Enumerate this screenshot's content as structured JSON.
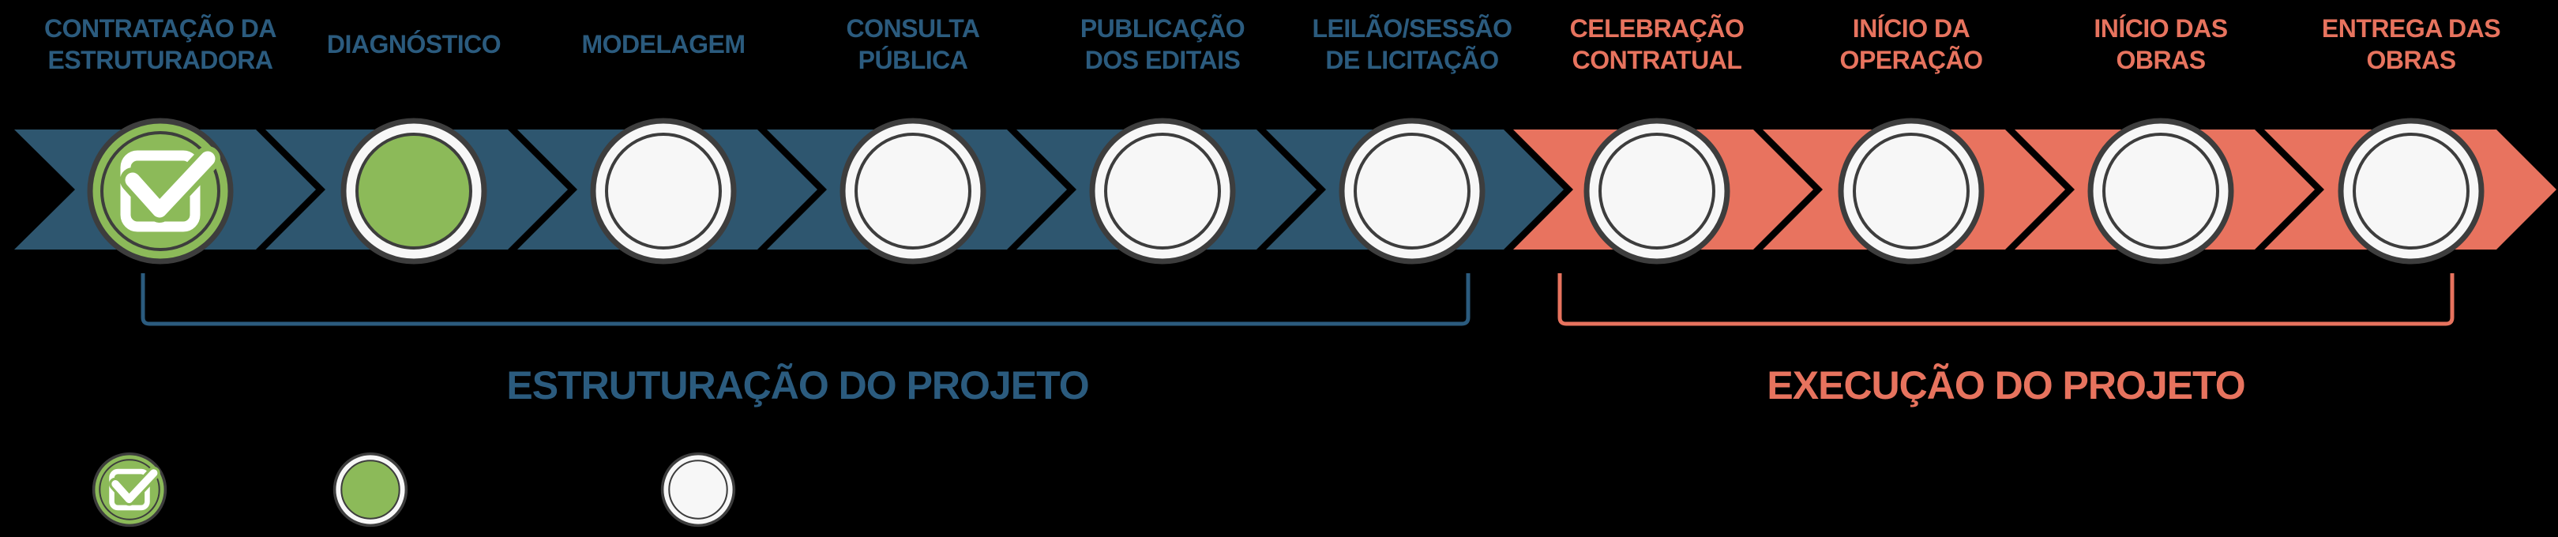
{
  "diagram": {
    "stages": [
      {
        "line1": "CONTRATAÇÃO DA",
        "line2": "ESTRUTURADORA",
        "status": "done",
        "phase": 0
      },
      {
        "line1": "DIAGNÓSTICO",
        "line2": "",
        "status": "active",
        "phase": 0
      },
      {
        "line1": "MODELAGEM",
        "line2": "",
        "status": "pending",
        "phase": 0
      },
      {
        "line1": "CONSULTA",
        "line2": "PÚBLICA",
        "status": "pending",
        "phase": 0
      },
      {
        "line1": "PUBLICAÇÃO",
        "line2": "DOS EDITAIS",
        "status": "pending",
        "phase": 0
      },
      {
        "line1": "LEILÃO/SESSÃO",
        "line2": "DE LICITAÇÃO",
        "status": "pending",
        "phase": 0
      },
      {
        "line1": "CELEBRAÇÃO",
        "line2": "CONTRATUAL",
        "status": "pending",
        "phase": 1
      },
      {
        "line1": "INÍCIO DA",
        "line2": "OPERAÇÃO",
        "status": "pending",
        "phase": 1
      },
      {
        "line1": "INÍCIO DAS",
        "line2": "OBRAS",
        "status": "pending",
        "phase": 1
      },
      {
        "line1": "ENTREGA DAS",
        "line2": "OBRAS",
        "status": "pending",
        "phase": 1
      }
    ],
    "phases": [
      {
        "title": "ESTRUTURAÇÃO DO PROJETO",
        "color": "#2B5B7E",
        "band_color": "#2E566F"
      },
      {
        "title": "EXECUÇÃO DO PROJETO",
        "color": "#E7735E",
        "band_color": "#E8735F"
      }
    ],
    "legend": [
      {
        "status": "done",
        "icon": "checkbox-check-icon"
      },
      {
        "status": "active",
        "icon": "filled-circle-icon"
      },
      {
        "status": "pending",
        "icon": "empty-circle-icon"
      }
    ],
    "colors": {
      "background": "#000000",
      "band_blue": "#2E566F",
      "band_salmon": "#E8735F",
      "green": "#8CBA59",
      "ring_dark": "#3D3D3D",
      "circle_white": "#F7F7F7",
      "text_blue": "#2B5B7E",
      "text_salmon": "#E7735E"
    }
  }
}
